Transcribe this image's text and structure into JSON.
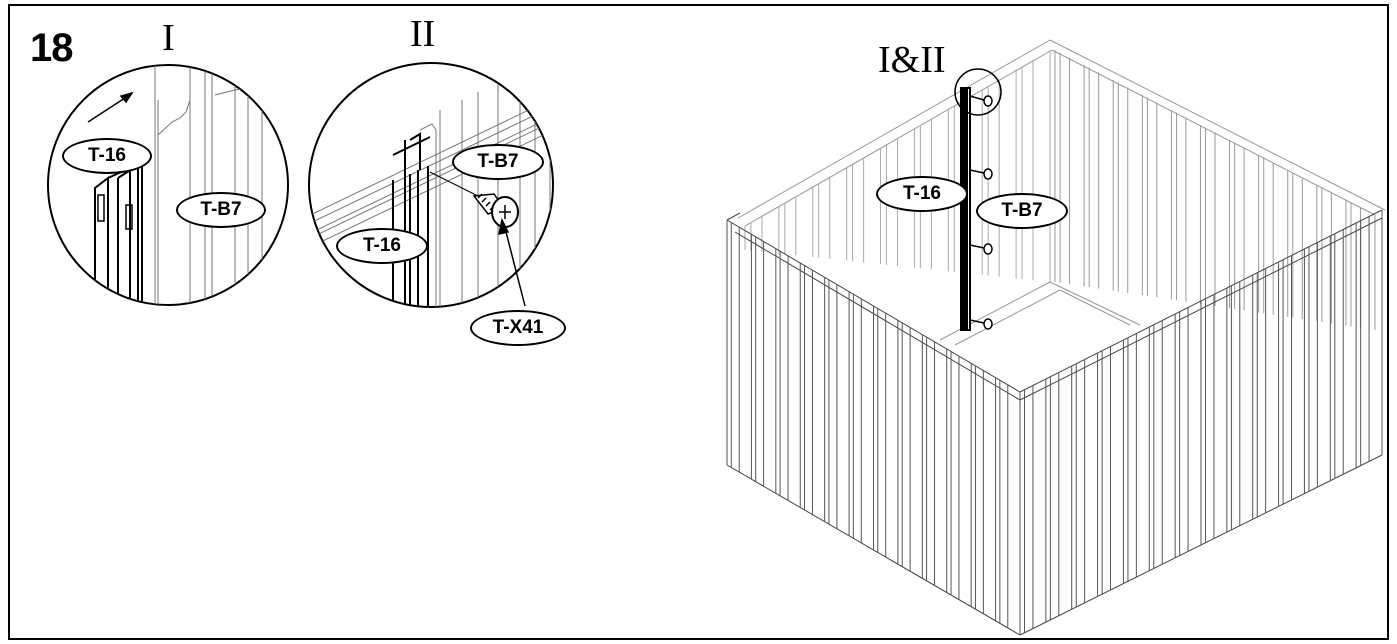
{
  "step": {
    "number": "18"
  },
  "details": {
    "detail_1": {
      "title": "I",
      "labels": {
        "post": "T-16",
        "panel": "T-B7"
      }
    },
    "detail_2": {
      "title": "II",
      "labels": {
        "panel": "T-B7",
        "post": "T-16",
        "screw": "T-X41"
      }
    },
    "overview": {
      "title": "I&II",
      "labels": {
        "post": "T-16",
        "panel": "T-B7"
      }
    }
  }
}
